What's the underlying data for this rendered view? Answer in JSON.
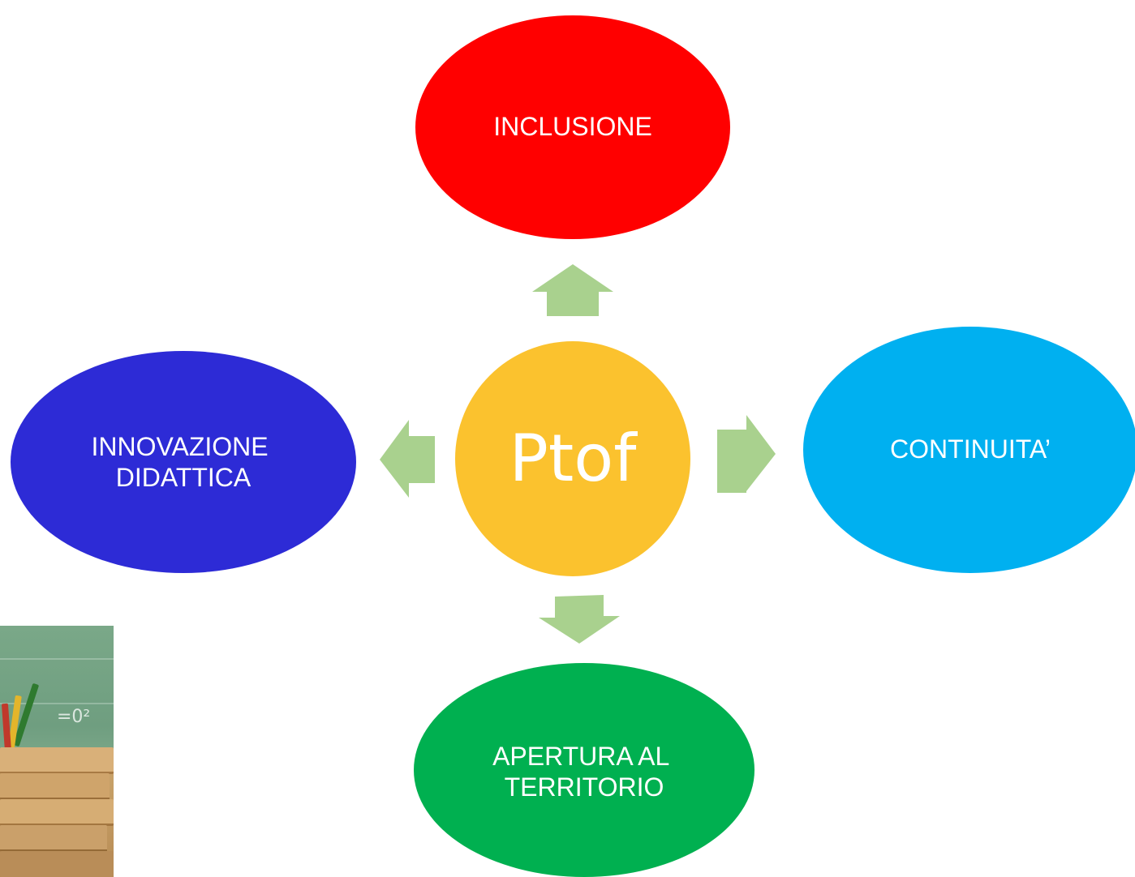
{
  "center": {
    "label": "Ptof",
    "color": "#FBC22E"
  },
  "nodes": {
    "top": {
      "lines": [
        "INCLUSIONE"
      ],
      "color": "#FF0000"
    },
    "right": {
      "lines": [
        "CONTINUITA’"
      ],
      "color": "#00B0F0"
    },
    "bottom": {
      "lines": [
        "APERTURA AL",
        "TERRITORIO"
      ],
      "color": "#00B050"
    },
    "left": {
      "lines": [
        "INNOVAZIONE",
        "DIDATTICA"
      ],
      "color": "#2D2BD6"
    }
  },
  "arrow_color": "#A9D18E",
  "photo": {
    "subject": "books-pencils-chalkboard-image",
    "chalk_text": "=0²"
  }
}
